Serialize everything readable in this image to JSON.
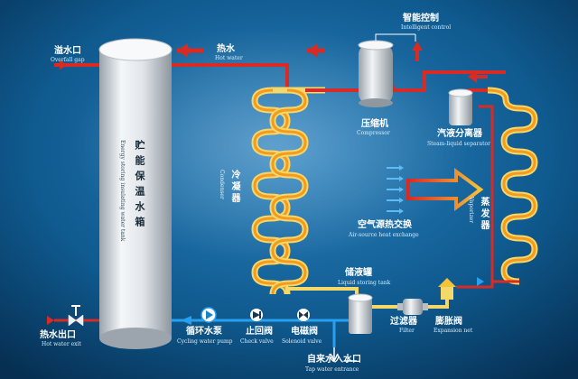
{
  "colors": {
    "hot_pipe": "#d92a23",
    "cold_pipe": "#27a0f0",
    "coil_outer": "#f5d86a",
    "coil_inner": "#f59a1e",
    "background": "#0b4d7c"
  },
  "tank": {
    "cn": "贮能保温水箱",
    "en": "Energy storing insulating water tank"
  },
  "overflow": {
    "cn": "溢水口",
    "en": "Overfall gap"
  },
  "hot_water": {
    "cn": "热水",
    "en": "Hot water"
  },
  "intelligent_control": {
    "cn": "智能控制",
    "en": "Intelligent control"
  },
  "compressor": {
    "cn": "压缩机",
    "en": "Compressor"
  },
  "separator": {
    "cn": "汽液分离器",
    "en": "Steam-liquid separator"
  },
  "condenser": {
    "cn": "冷凝器",
    "en": "Condenser"
  },
  "air_source": {
    "cn": "空气源热交换",
    "en": "Air-source heat exchange"
  },
  "evaporator": {
    "cn": "蒸发器",
    "en": "Vaporizer"
  },
  "storage_tank": {
    "cn": "储液罐",
    "en": "Liquid storing tank"
  },
  "filter": {
    "cn": "过滤器",
    "en": "Filter"
  },
  "expansion_valve": {
    "cn": "膨胀阀",
    "en": "Expansion net"
  },
  "hot_water_exit": {
    "cn": "热水出口",
    "en": "Hot water exit"
  },
  "pump": {
    "cn": "循环水泵",
    "en": "Cycling water pump"
  },
  "check_valve": {
    "cn": "止回阀",
    "en": "Check valve"
  },
  "solenoid_valve": {
    "cn": "电磁阀",
    "en": "Solenoid valve"
  },
  "tap_water": {
    "cn": "自来水入水口",
    "en": "Tap water entrance"
  }
}
